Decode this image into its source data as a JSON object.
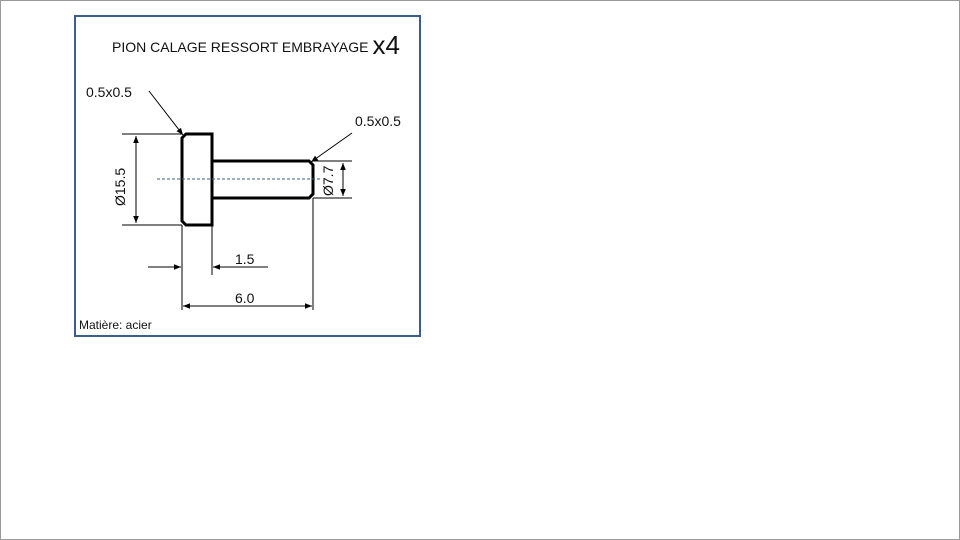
{
  "title": {
    "text": "PION CALAGE RESSORT EMBRAYAGE",
    "quantity": "x4"
  },
  "dimensions": {
    "chamfer_head": "0.5x0.5",
    "chamfer_shaft": "0.5x0.5",
    "head_diameter": "Ø15.5",
    "shaft_diameter": "Ø7.7",
    "head_length": "1.5",
    "total_length": "6.0"
  },
  "material": "Matière: acier",
  "colors": {
    "frame": "#3b5f8c",
    "centerline": "#3b5f8c",
    "lines": "#000000"
  }
}
